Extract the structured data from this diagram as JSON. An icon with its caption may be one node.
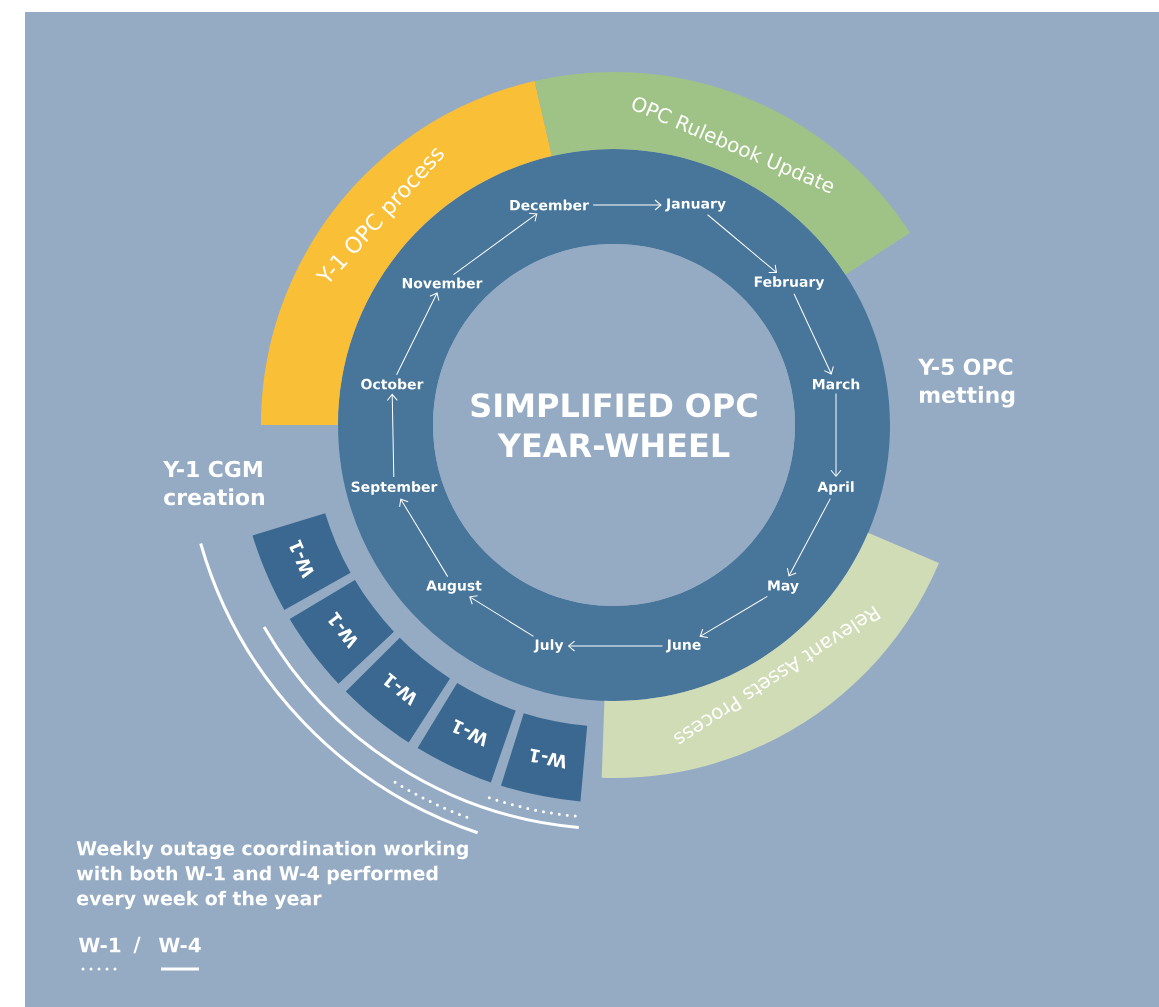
{
  "diagram": {
    "nodes": [
      {
        "text": [
          "SIMPLIFIED OPC YEAR-WHEEL"
        ]
      },
      {
        "text": [
          "Y-1 OPC process"
        ]
      },
      {
        "text": [
          "OPC Rulebook Update"
        ]
      },
      {
        "text": [
          "Relevant Assets Process"
        ]
      },
      {
        "text": [
          "January"
        ]
      },
      {
        "text": [
          "February"
        ]
      },
      {
        "text": [
          "March"
        ]
      },
      {
        "text": [
          "April"
        ]
      },
      {
        "text": [
          "May"
        ]
      },
      {
        "text": [
          "June"
        ]
      },
      {
        "text": [
          "July"
        ]
      },
      {
        "text": [
          "August"
        ]
      },
      {
        "text": [
          "September"
        ]
      },
      {
        "text": [
          "October"
        ]
      },
      {
        "text": [
          "November"
        ]
      },
      {
        "text": [
          "December"
        ]
      },
      {
        "text": [
          "W-1"
        ]
      },
      {
        "text": [
          "W-1"
        ]
      },
      {
        "text": [
          "W-1"
        ]
      },
      {
        "text": [
          "W-1"
        ]
      },
      {
        "text": [
          "W-1"
        ]
      }
    ],
    "edges": [
      {
        "from": 4,
        "to": 5,
        "arrow": "to"
      },
      {
        "from": 5,
        "to": 6,
        "arrow": "to"
      },
      {
        "from": 6,
        "to": 7,
        "arrow": "to"
      },
      {
        "from": 7,
        "to": 8,
        "arrow": "to"
      },
      {
        "from": 8,
        "to": 9,
        "arrow": "to"
      },
      {
        "from": 9,
        "to": 10,
        "arrow": "to"
      },
      {
        "from": 10,
        "to": 11,
        "arrow": "to"
      },
      {
        "from": 11,
        "to": 12,
        "arrow": "to"
      },
      {
        "from": 12,
        "to": 13,
        "arrow": "to"
      },
      {
        "from": 13,
        "to": 14,
        "arrow": "to"
      },
      {
        "from": 14,
        "to": 15,
        "arrow": "to"
      },
      {
        "from": 15,
        "to": 4,
        "arrow": "to"
      }
    ],
    "labels": [
      "Y-5 OPC metting",
      "Y-1 CGM creation",
      "Weekly outage coordination working with both W-1 and W-4 performed every week of the year",
      "/"
    ],
    "legend": [
      {
        "text": "W-1"
      },
      {
        "text": "W-4"
      }
    ]
  }
}
